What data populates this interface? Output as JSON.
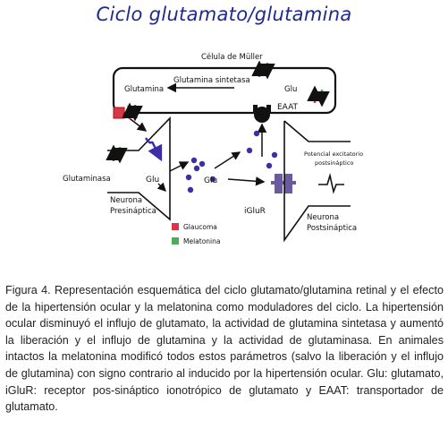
{
  "title": "Ciclo glutamato/glutamina",
  "labels": {
    "muller_cell": "Célula de Müller",
    "glutamine_in_muller": "Glutamina",
    "glutamine_synthetase": "Glutamina sintetasa",
    "glu_muller": "Glu",
    "eaat": "EAAT",
    "glutaminase": "Glutaminasa",
    "glu_pre": "Glu",
    "glu_cleft": "Glu",
    "presyn_line1": "Neurona",
    "presyn_line2": "Presináptica",
    "iglur": "iGluR",
    "postsyn_line1": "Neurona",
    "postsyn_line2": "Postsináptica",
    "epsp_line1": "Potencial excitatorio",
    "epsp_line2": "postsináptico"
  },
  "legend": [
    {
      "label": "Glaucoma",
      "color": "#d9364a"
    },
    {
      "label": "Melatonina",
      "color": "#4cae5a"
    }
  ],
  "colors": {
    "glaucoma": "#d9364a",
    "melatonin": "#4cae5a",
    "molecule": "#3b2fa6",
    "receptor": "#6a5aa0",
    "title": "#1f2a8a"
  },
  "caption": "Figura 4. Representación esquemática del ciclo glutamato/glutamina retinal y el efecto de la hipertensión ocular y la melatonina como moduladores del ciclo. La hipertensión ocular disminuyó el influjo de glutamato, la actividad de glutamina sintetasa y aumentó la liberación y el influjo de glutamina y la actividad de glutaminasa. En animales intactos la melatonina modificó todos estos parámetros (salvo la liberación y el influjo de glutamina) con signo contrario al inducido por la hipertensión ocular. Glu: glutamato, iGluR: receptor pos-sináptico ionotrópico de glutamato y EAAT: transportador de glutamato."
}
